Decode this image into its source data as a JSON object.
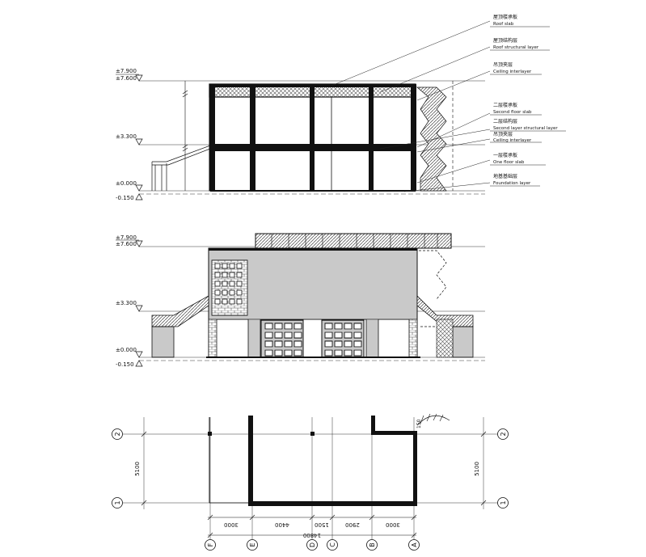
{
  "elevation_levels": {
    "roof_top": "±7.900",
    "roof": "±7.600",
    "second": "±3.300",
    "ground": "±0.000",
    "outdoor": "-0.150"
  },
  "annotations": [
    {
      "zh": "屋顶楼承板",
      "en": "Roof slab"
    },
    {
      "zh": "屋顶结构层",
      "en": "Roof structural layer"
    },
    {
      "zh": "吊顶夹层",
      "en": "Ceiling interlayer"
    },
    {
      "zh": "二层楼承板",
      "en": "Second floor slab"
    },
    {
      "zh": "二层结构层",
      "en": "Second layer structural layer"
    },
    {
      "zh": "吊顶夹层",
      "en": "Ceiling interlayer"
    },
    {
      "zh": "一层楼承板",
      "en": "One floor slab"
    },
    {
      "zh": "地基基础层",
      "en": "Foundation layer"
    }
  ],
  "plan": {
    "grid_rows": [
      "2",
      "1"
    ],
    "grid_cols": [
      "F",
      "E",
      "D",
      "C",
      "B",
      "A"
    ],
    "dimensions": [
      "3000",
      "4400",
      "1500",
      "2900",
      "3000"
    ],
    "overall_dimension": "14800",
    "side_dimension": "5100",
    "small_dimension": "150"
  },
  "colors": {
    "line": "#111111",
    "hatch": "#666666",
    "background": "#ffffff"
  }
}
